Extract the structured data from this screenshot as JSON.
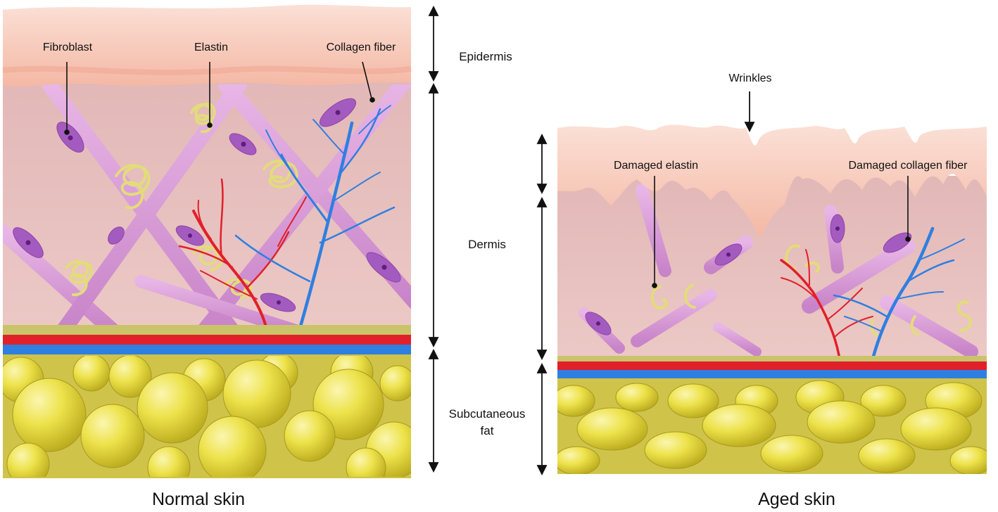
{
  "normal_panel": {
    "caption": "Normal skin",
    "labels": {
      "fibroblast": "Fibroblast",
      "elastin": "Elastin",
      "collagen": "Collagen fiber"
    }
  },
  "aged_panel": {
    "caption": "Aged skin",
    "labels": {
      "wrinkles": "Wrinkles",
      "damaged_elastin": "Damaged elastin",
      "damaged_collagen": "Damaged collagen fiber"
    }
  },
  "layers": {
    "epidermis": "Epidermis",
    "dermis": "Dermis",
    "subcutaneous_line1": "Subcutaneous",
    "subcutaneous_line2": "fat"
  },
  "colors": {
    "epidermis": "#f8c6b4",
    "dermis": "#e8c2c0",
    "collagen": "#d79ad6",
    "fibroblast": "#a45bbf",
    "elastin": "#e3dc7a",
    "artery": "#e0202a",
    "vein": "#2f7fe0",
    "fat": "#e4d83a"
  }
}
